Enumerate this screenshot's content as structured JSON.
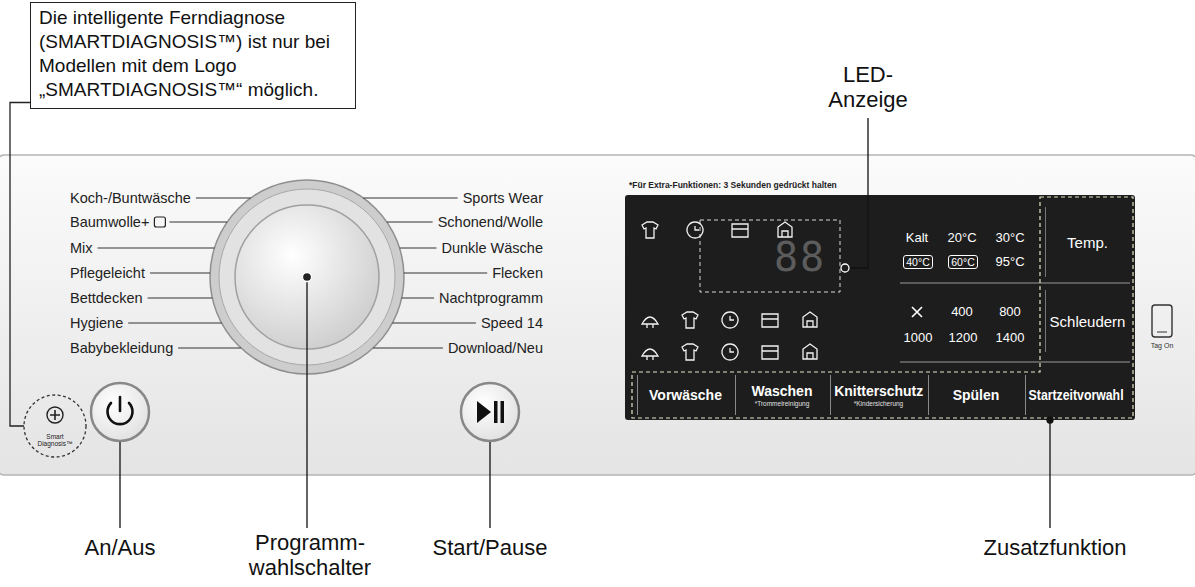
{
  "diagram": {
    "nodes": [
      {
        "text": [
          "Die intelligente Ferndiagnose (SMARTDIAGNOSIS™) ist nur bei Modellen mit dem Logo „SMARTDIAGNOSIS™“ möglich."
        ]
      },
      {
        "text": [
          "*Für Extra-Funktionen: 3 Sekunden gedrückt halten"
        ]
      },
      {
        "text": [
          "Temp."
        ],
        "in": 1
      },
      {
        "text": [
          "Schleudern"
        ],
        "in": 1
      },
      {
        "text": [
          "Vorwäsche"
        ],
        "in": 1
      },
      {
        "text": [
          "Waschen",
          "*Trommelreinigung"
        ],
        "in": 1
      },
      {
        "text": [
          "Knitterschutz",
          "*Kindersicherung"
        ],
        "in": 1
      },
      {
        "text": [
          "Spülen"
        ],
        "in": 1
      },
      {
        "text": [
          "Startzeitvorwahl"
        ],
        "in": 1
      },
      {
        "text": [
          "Smart Diagnosis™"
        ]
      }
    ],
    "edges": [
      {
        "from": 0,
        "to": 9,
        "arrow": "none"
      }
    ],
    "labels": [
      "LED- Anzeige",
      "Koch-/Buntwäsche",
      "Baumwolle+",
      "Mix",
      "Pflegeleicht",
      "Bettdecken",
      "Hygiene",
      "Babybekleidung",
      "Sports Wear",
      "Schonend/Wolle",
      "Dunkle Wäsche",
      "Flecken",
      "Nachtprogramm",
      "Speed 14",
      "Download/Neu",
      "88",
      "Kalt",
      "20°C",
      "30°C",
      "40°C",
      "60°C",
      "95°C",
      "400",
      "800",
      "1000",
      "1200",
      "1400",
      "Tag On",
      "An/Aus",
      "Programm- wahlschalter",
      "Start/Pause",
      "Zusatzfunktion"
    ]
  }
}
